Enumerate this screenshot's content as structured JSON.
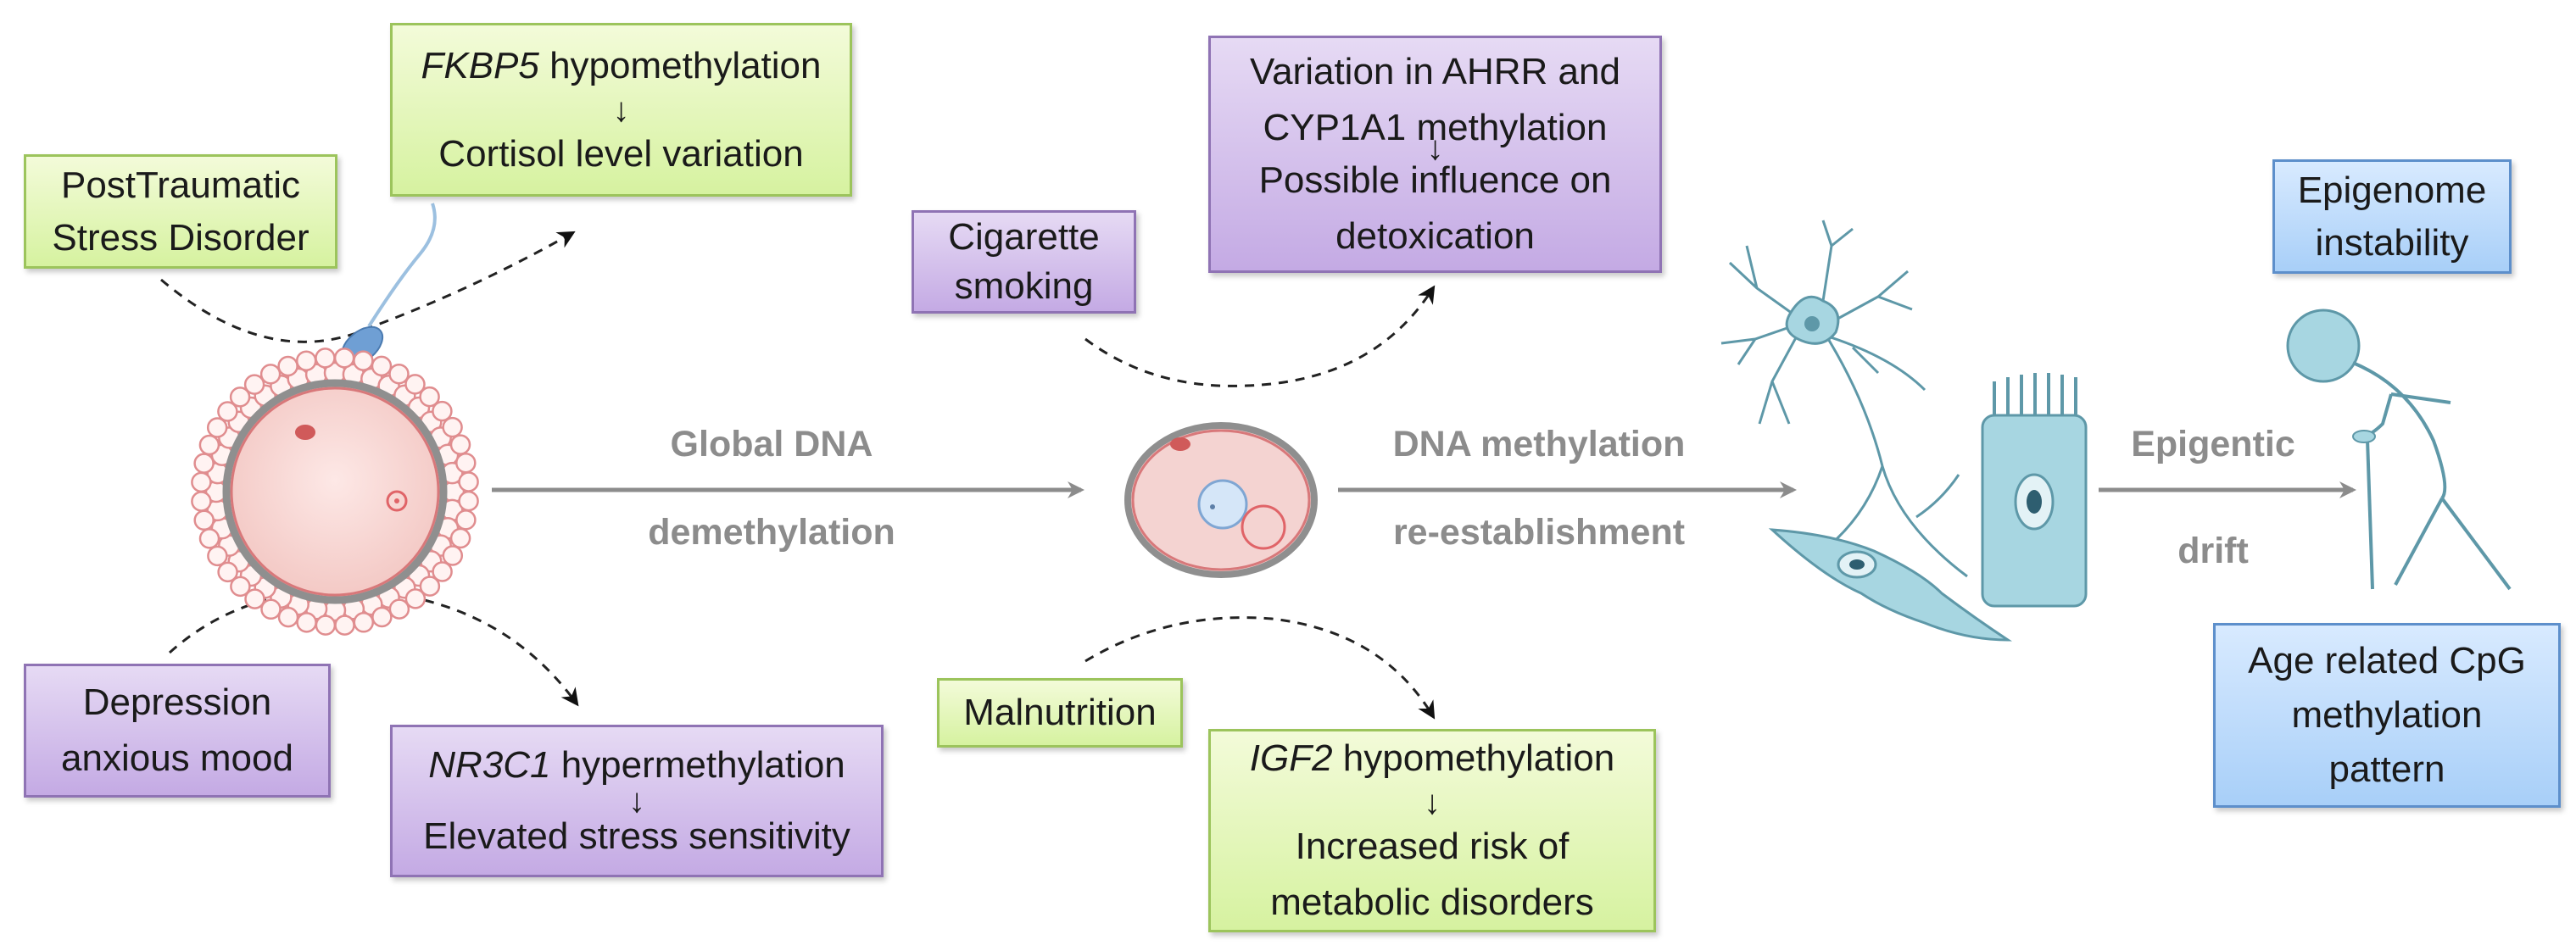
{
  "causes": {
    "ptsd": "PostTraumatic Stress Disorder",
    "depression": [
      "Depression",
      "anxious mood"
    ],
    "smoking": [
      "Cigarette",
      "smoking"
    ],
    "malnutrition": "Malnutrition"
  },
  "effects": {
    "fkbp5": {
      "gene": "FKBP5",
      "change": " hypomethylation",
      "arrow": "↓",
      "result": "Cortisol level variation"
    },
    "nr3c1": {
      "gene": "NR3C1",
      "change": " hypermethylation",
      "arrow": "↓",
      "result": "Elevated stress sensitivity"
    },
    "ahrr": {
      "line1": "Variation in AHRR and",
      "line2": "CYP1A1 methylation",
      "arrow": "↓",
      "line3": "Possible influence on",
      "line4": "detoxication"
    },
    "igf2": {
      "gene": "IGF2",
      "change": " hypomethylation",
      "arrow": "↓",
      "line2": "Increased risk of",
      "line3": "metabolic disorders"
    }
  },
  "stages": {
    "demethylation": [
      "Global DNA",
      "demethylation"
    ],
    "reestablishment": [
      "DNA methylation",
      "re-establishment"
    ],
    "drift": [
      "Epigentic",
      "drift"
    ]
  },
  "aging": {
    "instability": [
      "Epigenome",
      "instability"
    ],
    "cpg": [
      "Age related CpG",
      "methylation",
      "pattern"
    ]
  },
  "colors": {
    "green_fill": "#d6f2a0",
    "purple_fill": "#c4aae4",
    "blue_fill": "#a8cff8",
    "cell_fill": "#a7d6e1",
    "oocyte_border": "#d8787a",
    "arrow_gray": "#8c8c8c"
  }
}
